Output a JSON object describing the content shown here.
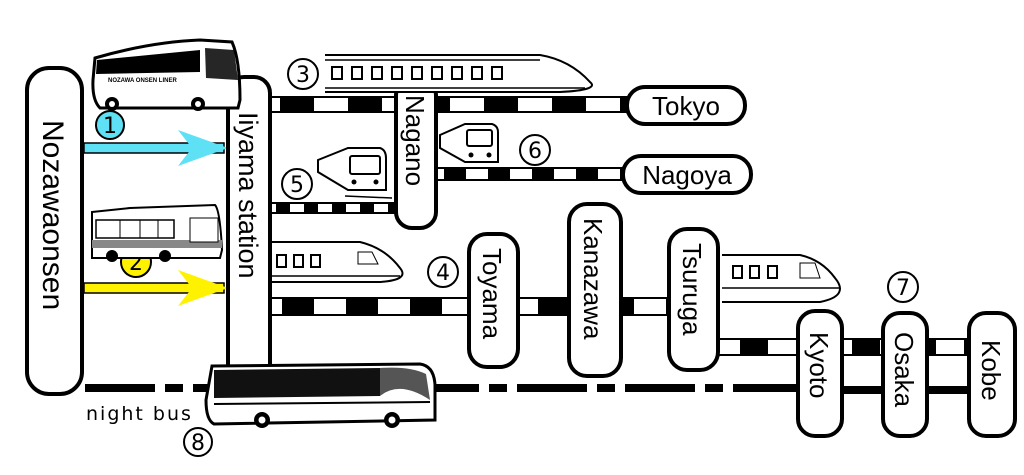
{
  "stations": {
    "nozawaonsen": "Nozawaonsen",
    "iiyama": "Iiyama station",
    "nagano": "Nagano",
    "tokyo": "Tokyo",
    "nagoya": "Nagoya",
    "toyama": "Toyama",
    "kanazawa": "Kanazawa",
    "tsuruga": "Tsuruga",
    "kyoto": "Kyoto",
    "osaka": "Osaka",
    "kobe": "Kobe"
  },
  "routes": {
    "r1": "1",
    "r2": "2",
    "r3": "3",
    "r4": "4",
    "r5": "5",
    "r6": "6",
    "r7": "7",
    "r8": "8"
  },
  "night_bus_label": "night bus",
  "bus_livery": "NOZAWA ONSEN LINER",
  "colors": {
    "route1": "#5ee0f5",
    "route2": "#fff200"
  }
}
